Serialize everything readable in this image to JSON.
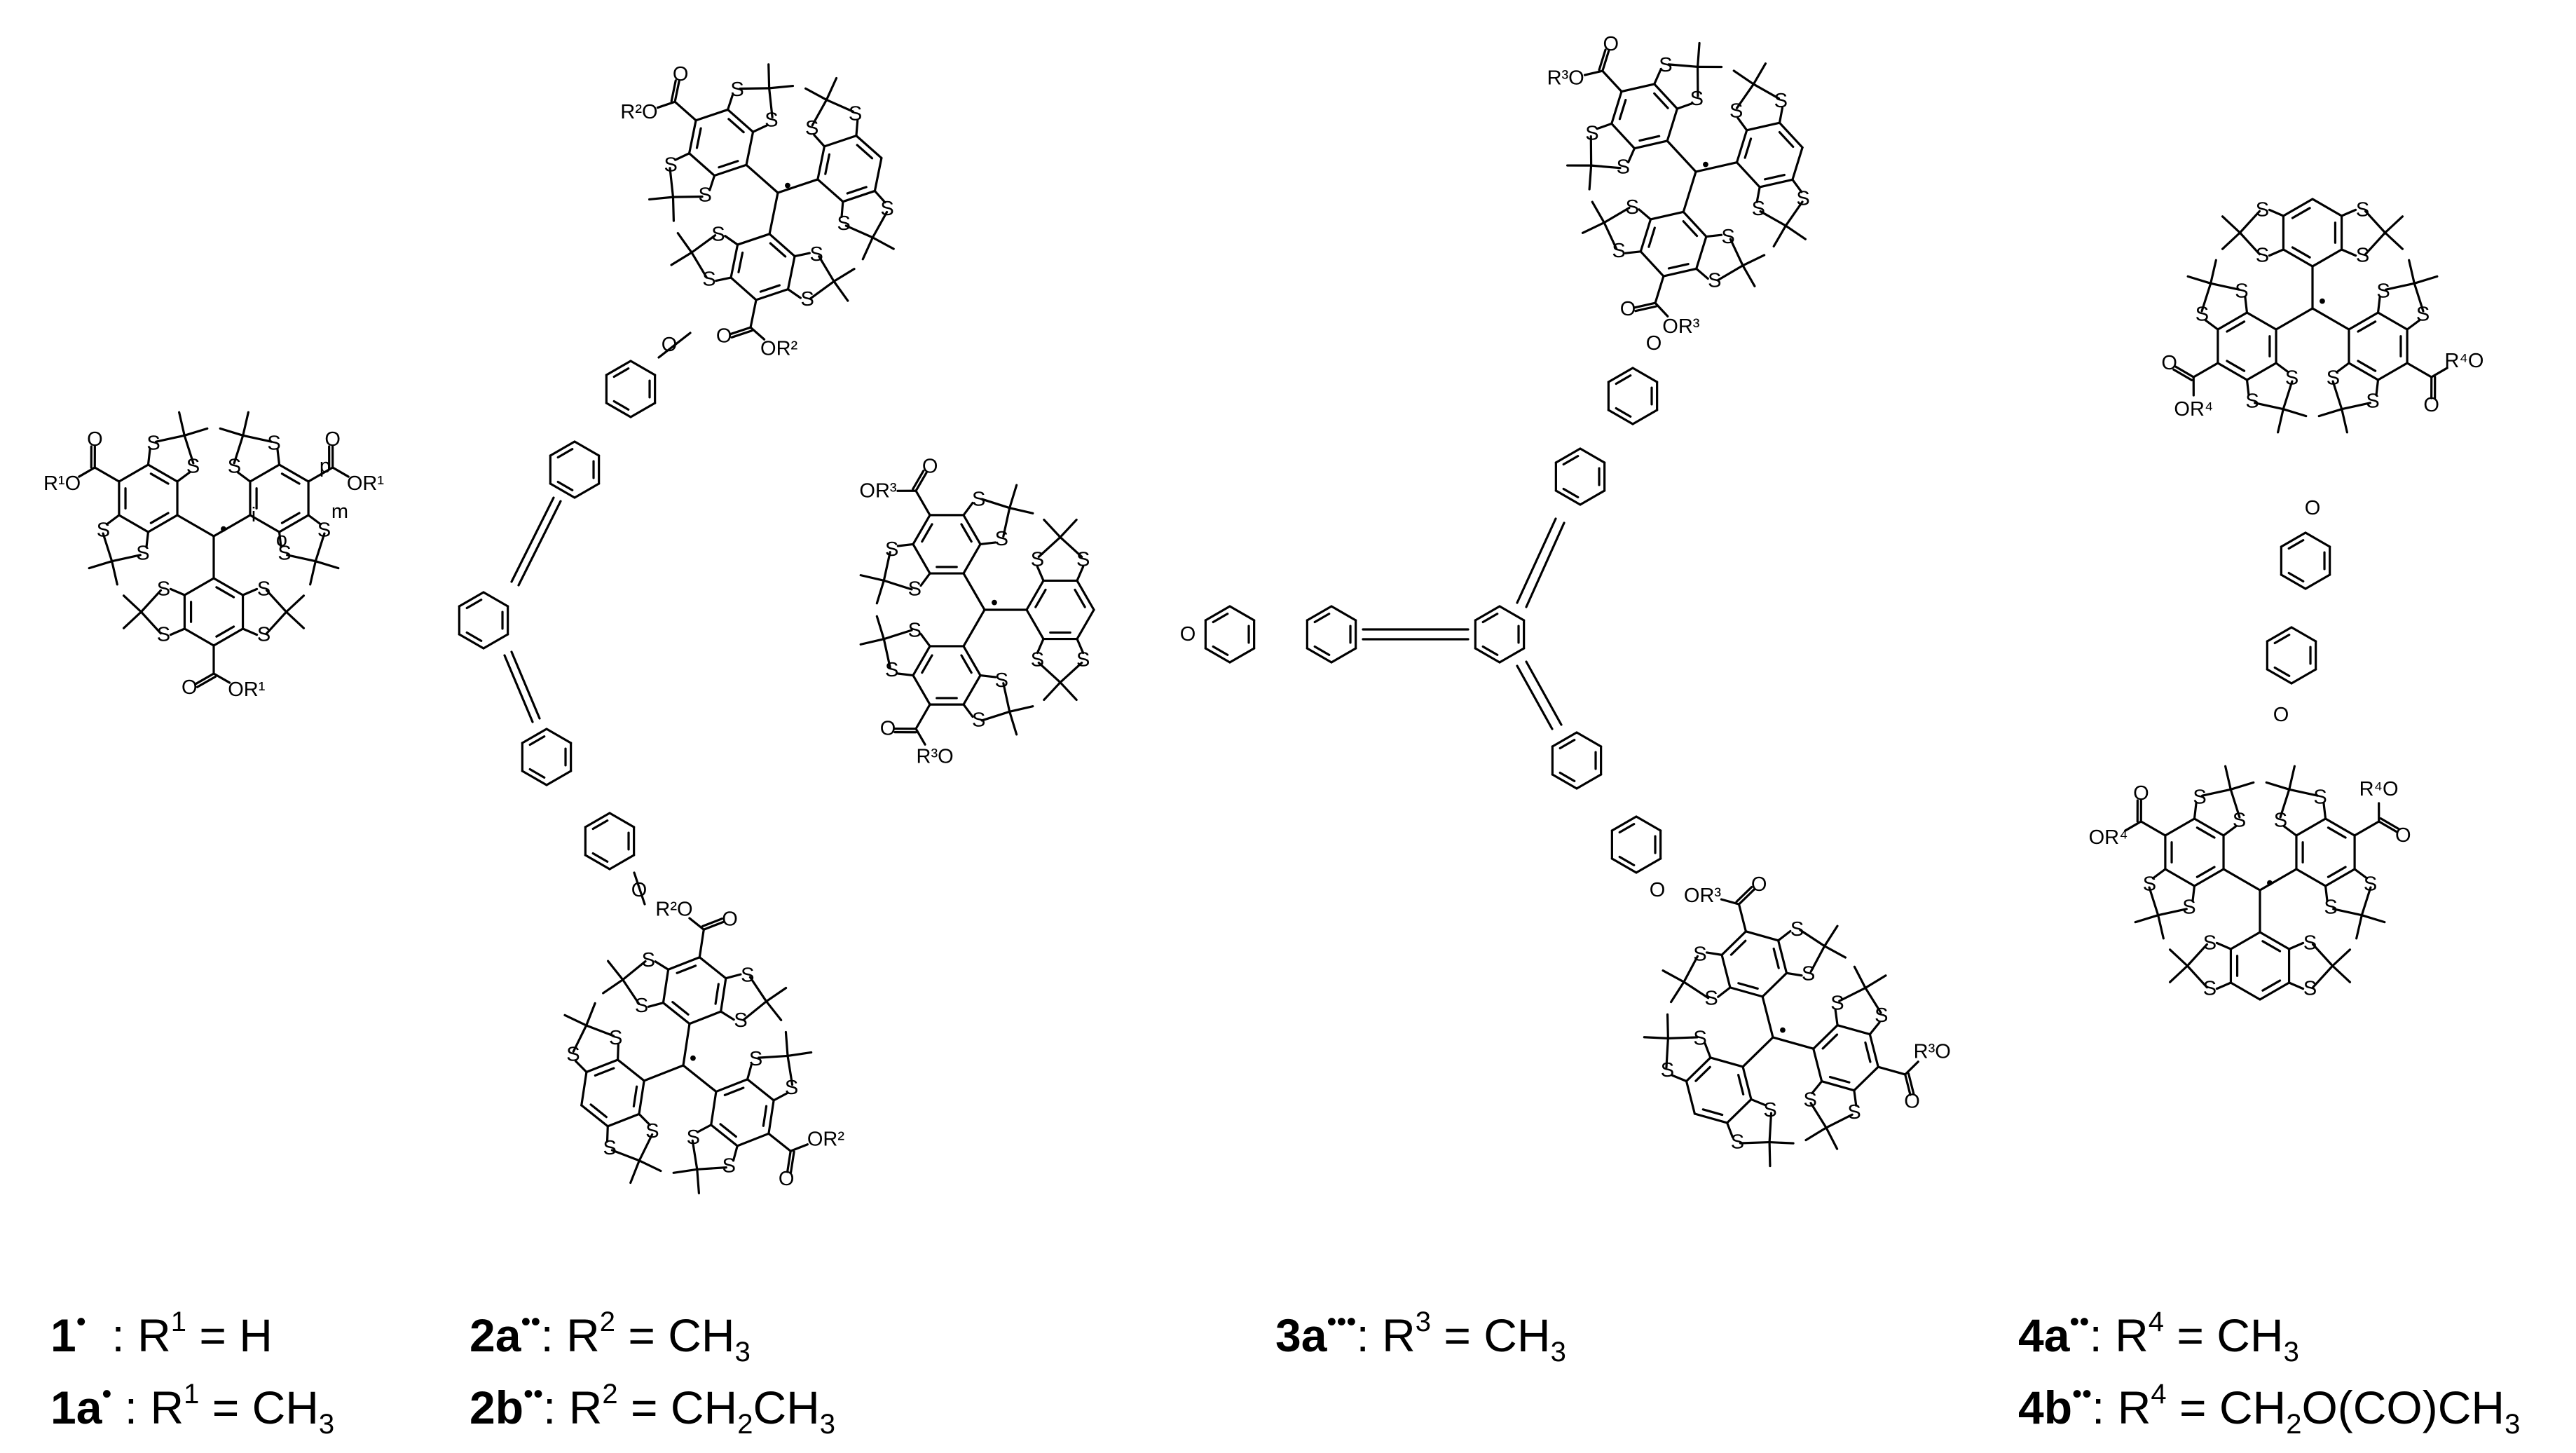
{
  "atoms": {
    "sulfur": "S",
    "ester_o": "O",
    "radical_dot": "•"
  },
  "ring_labels": [
    "i",
    "o",
    "m",
    "p"
  ],
  "substituents": {
    "r1o": "R¹O",
    "or1": "OR¹",
    "r2o": "R²O",
    "or2": "OR²",
    "r3o": "R³O",
    "or3": "OR³",
    "r4o": "R⁴O",
    "or4": "OR⁴"
  },
  "legend": [
    {
      "compound": "1",
      "radicals": "•",
      "r": "1",
      "value": "H"
    },
    {
      "compound": "1a",
      "radicals": "•",
      "r": "1",
      "value": "CH3"
    },
    {
      "compound": "2a",
      "radicals": "••",
      "r": "2",
      "value": "CH3"
    },
    {
      "compound": "2b",
      "radicals": "••",
      "r": "2",
      "value": "CH2CH3"
    },
    {
      "compound": "3a",
      "radicals": "•••",
      "r": "3",
      "value": "CH3"
    },
    {
      "compound": "4a",
      "radicals": "••",
      "r": "4",
      "value": "CH3"
    },
    {
      "compound": "4b",
      "radicals": "••",
      "r": "4",
      "value": "CH2O(CO)CH3"
    }
  ]
}
